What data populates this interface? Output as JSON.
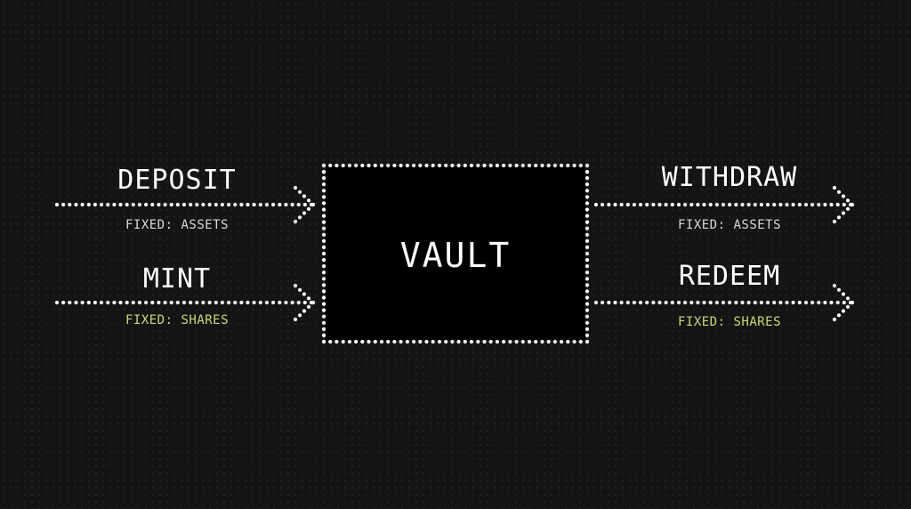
{
  "vault": {
    "label": "VAULT"
  },
  "inputs": [
    {
      "label": "DEPOSIT",
      "fixed": "FIXED: ASSETS"
    },
    {
      "label": "MINT",
      "fixed": "FIXED: SHARES"
    }
  ],
  "outputs": [
    {
      "label": "WITHDRAW",
      "fixed": "FIXED: ASSETS"
    },
    {
      "label": "REDEEM",
      "fixed": "FIXED: SHARES"
    }
  ],
  "colors": {
    "background": "#141414",
    "dots": "#ffffff",
    "text": "#ffffff",
    "assets_text": "#d8d8d8",
    "shares_text": "#c9db6f",
    "vault_fill": "#000000"
  }
}
